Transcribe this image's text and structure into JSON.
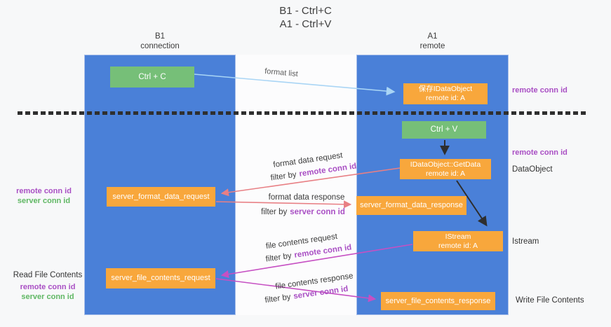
{
  "title": {
    "line1": "B1 - Ctrl+C",
    "line2": "A1 - Ctrl+V"
  },
  "lanes": {
    "left": {
      "name": "B1",
      "role": "connection"
    },
    "right": {
      "name": "A1",
      "role": "remote"
    }
  },
  "boxes": {
    "ctrl_c": {
      "label": "Ctrl + C"
    },
    "ctrl_v": {
      "label": "Ctrl + V"
    },
    "save_dataobject": {
      "line1": "保存IDataObject",
      "line2": "remote id: A"
    },
    "getdata": {
      "line1": "IDataObject::GetData",
      "line2": "remote id: A"
    },
    "istream": {
      "line1": "IStream",
      "line2": "remote id: A"
    },
    "server_format_data_request": {
      "label": "server_format_data_request"
    },
    "server_format_data_response": {
      "label": "server_format_data_response"
    },
    "server_file_contents_request": {
      "label": "server_file_contents_request"
    },
    "server_file_contents_response": {
      "label": "server_file_contents_response"
    }
  },
  "arrow_labels": {
    "format_list": "format list",
    "format_data_request": "format data request",
    "format_data_response": "format data response",
    "file_contents_request": "file contents request",
    "file_contents_response": "file contents response",
    "filter_by": "filter by",
    "remote_conn_id": "remote conn id",
    "server_conn_id": "server conn id"
  },
  "side_labels": {
    "remote_conn_id_top_right": "remote conn id",
    "remote_conn_id_mid_right": "remote conn id",
    "dataobject": "DataObject",
    "istream": "Istream",
    "write_file_contents": "Write File Contents",
    "read_file_contents": "Read File Contents",
    "remote_conn_id": "remote conn id",
    "server_conn_id": "server conn id"
  },
  "colors": {
    "lane_blue": "#4A80D8",
    "box_orange": "#F8A73C",
    "box_green": "#76BF78",
    "arrow_salmon": "#E87F84",
    "arrow_magenta": "#C650C3",
    "arrow_lightblue": "#A9D5F5",
    "arrow_black": "#2e2e2e",
    "text_purple": "#A94FC4",
    "text_green": "#5FB763"
  }
}
